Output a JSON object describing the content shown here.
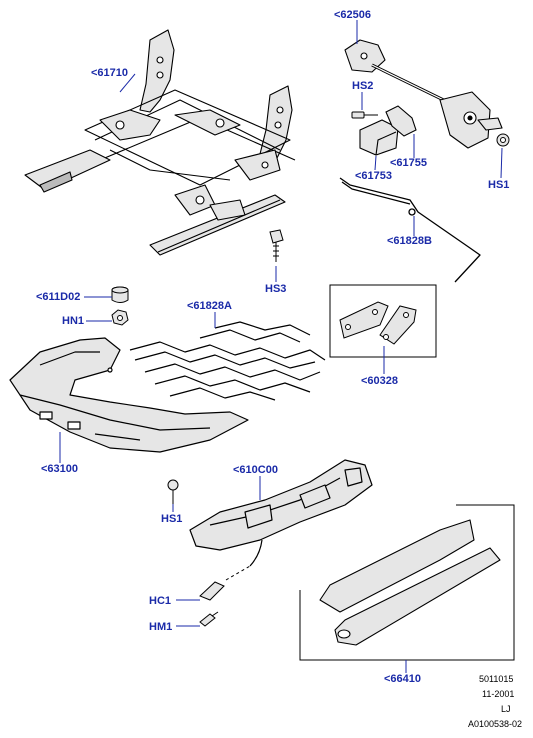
{
  "callouts": {
    "c61710": "<61710",
    "c62506": "<62506",
    "hs2": "HS2",
    "c61755": "<61755",
    "c61753": "<61753",
    "hs1_top": "HS1",
    "c61828b": "<61828B",
    "hs3": "HS3",
    "c611d02": "<611D02",
    "hn1": "HN1",
    "c61828a": "<61828A",
    "c60328": "<60328",
    "c63100": "<63100",
    "hs1_bottom": "HS1",
    "c610c00": "<610C00",
    "hc1": "HC1",
    "hm1": "HM1",
    "c66410": "<66410"
  },
  "footer": {
    "line1": "5011015",
    "line2": "11-2001",
    "line3": "LJ",
    "line4": "A0100538-02"
  },
  "colors": {
    "callout_text": "#1a2aa8",
    "leader_line": "#1a2aa8",
    "drawing_stroke": "#000000",
    "part_fill": "#e6e6e6"
  }
}
